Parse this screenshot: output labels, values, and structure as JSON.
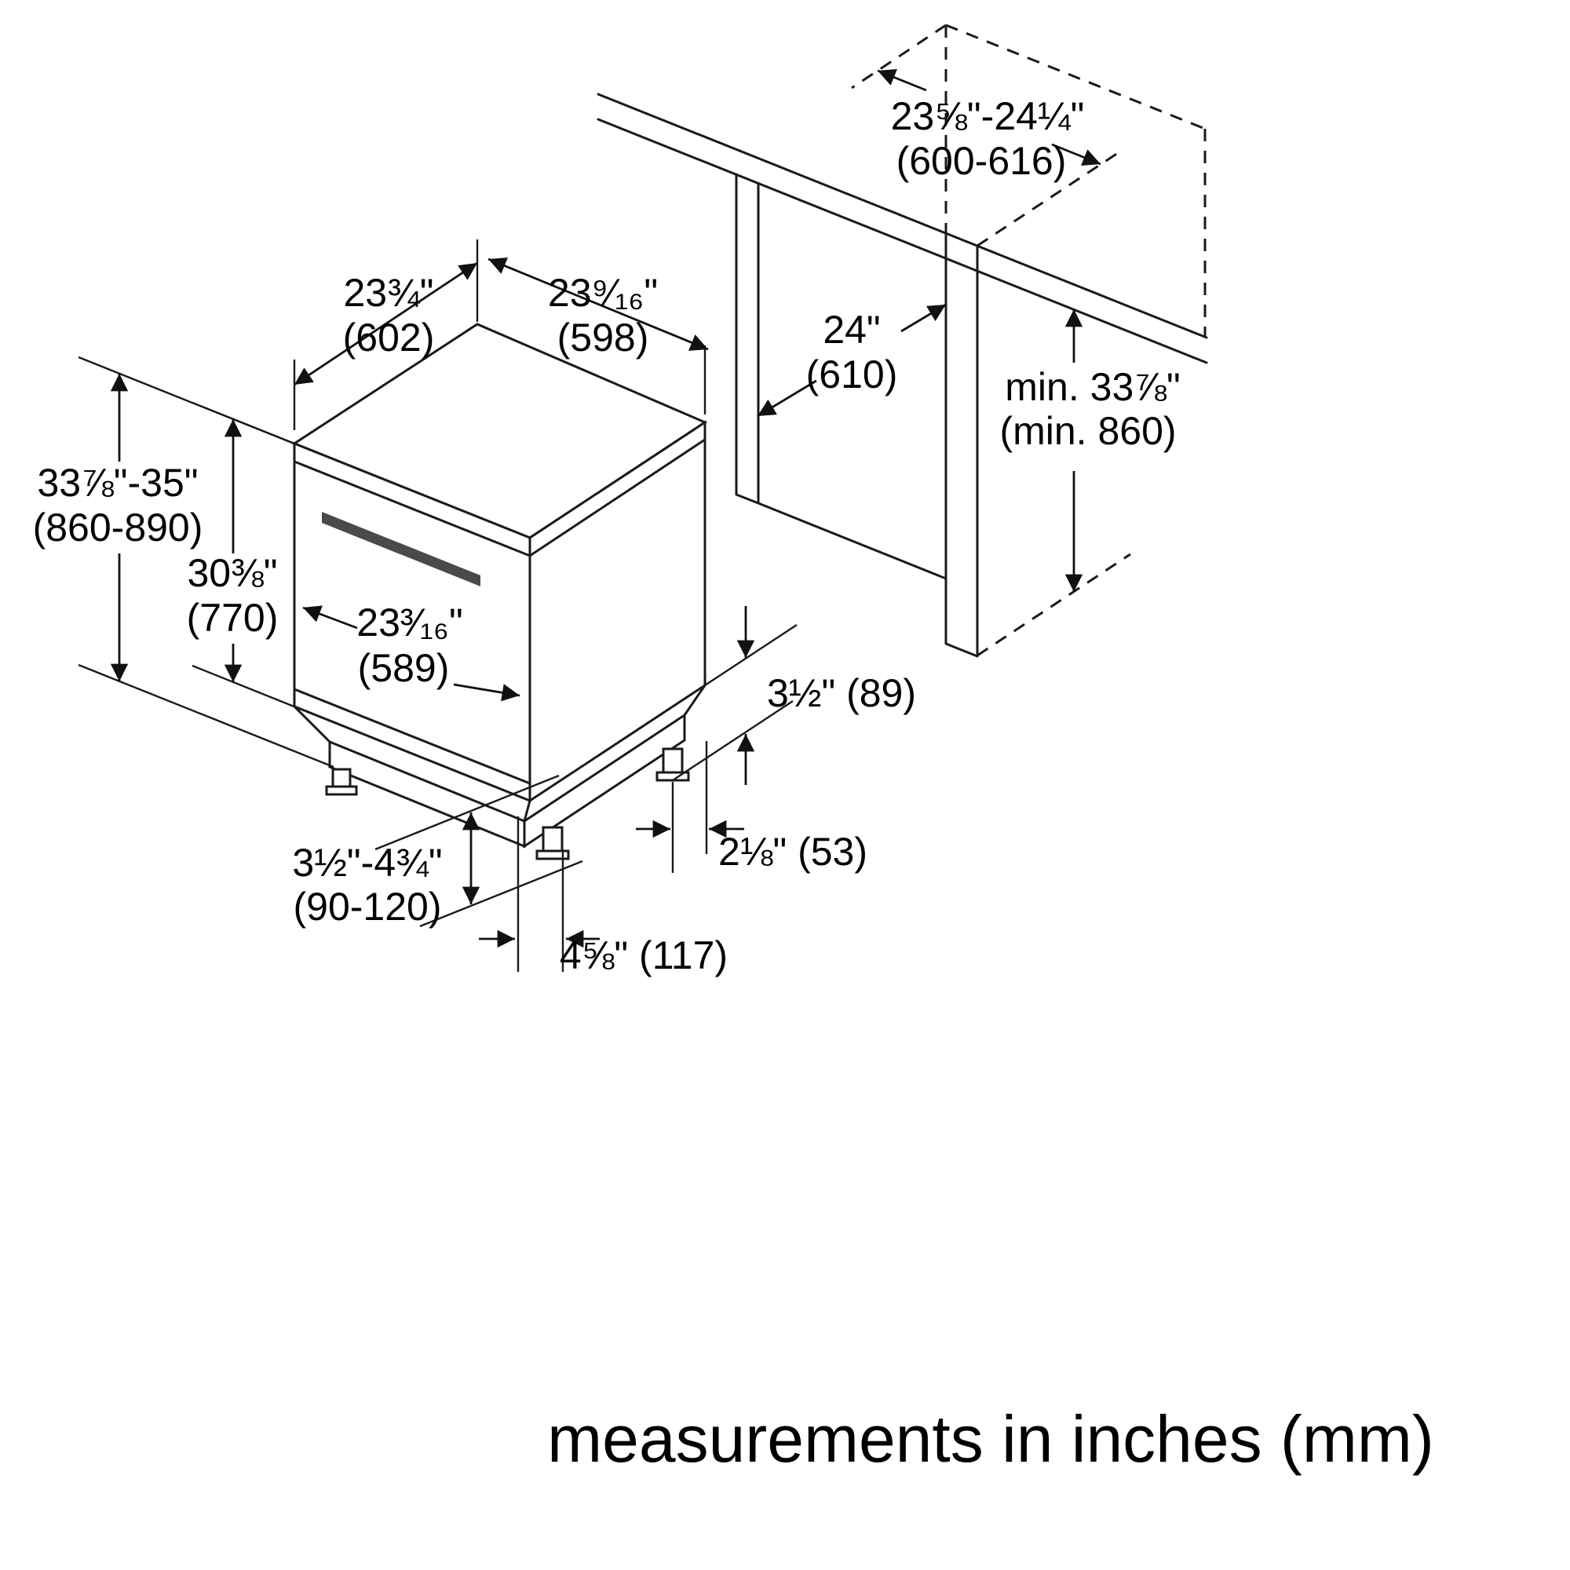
{
  "caption": "measurements in inches (mm)",
  "dims": {
    "d602": {
      "in": "23¾\"",
      "mm": "(602)"
    },
    "d598": {
      "in": "23⁹⁄₁₆\"",
      "mm": "(598)"
    },
    "d610": {
      "in": "24\"",
      "mm": "(610)"
    },
    "d600_616": {
      "in": "23⅝\"-24¼\"",
      "mm": "(600-616)"
    },
    "min860": {
      "in": "min. 33⅞\"",
      "mm": "(min. 860)"
    },
    "d860_890": {
      "in": "33⅞\"-35\"",
      "mm": "(860-890)"
    },
    "d770": {
      "in": "30⅜\"",
      "mm": "(770)"
    },
    "d589": {
      "in": "23³⁄₁₆\"",
      "mm": "(589)"
    },
    "d89": {
      "text": "3½\" (89)"
    },
    "d53": {
      "text": "2⅛\" (53)"
    },
    "d90_120": {
      "in": "3½\"-4¾\"",
      "mm": "(90-120)"
    },
    "d117": {
      "text": "4⅝\" (117)"
    }
  }
}
